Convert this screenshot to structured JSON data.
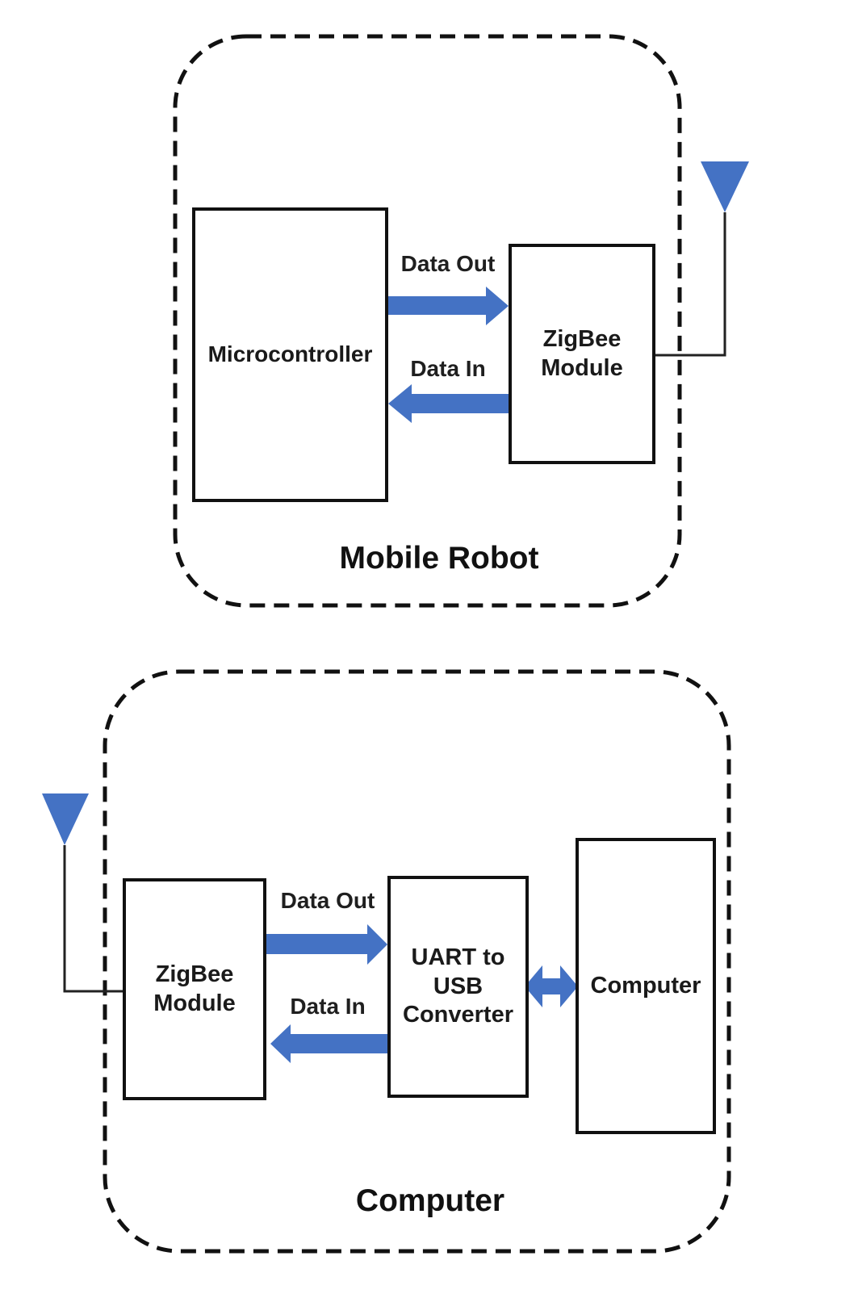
{
  "colors": {
    "arrow_blue": "#4472C4",
    "ink": "#111111"
  },
  "mobile_robot_group": {
    "title": "Mobile Robot",
    "microcontroller_block": "Microcontroller",
    "zigbee_block": "ZigBee\nModule",
    "data_out_label": "Data Out",
    "data_in_label": "Data In"
  },
  "computer_group": {
    "title": "Computer",
    "zigbee_block": "ZigBee\nModule",
    "uart_block": "UART to\nUSB\nConverter",
    "computer_block": "Computer",
    "data_out_label": "Data Out",
    "data_in_label": "Data In"
  }
}
